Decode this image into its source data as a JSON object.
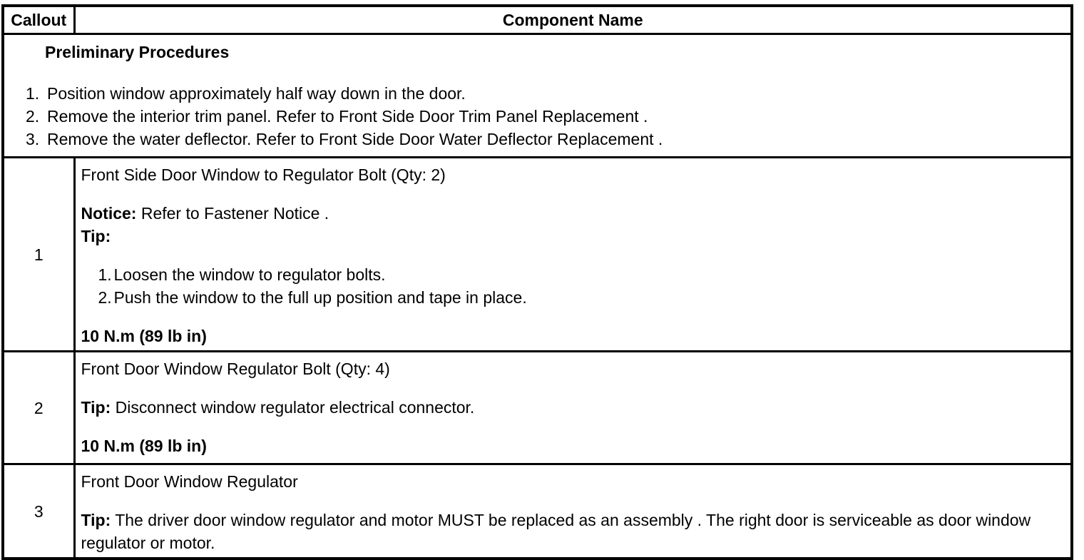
{
  "table": {
    "header": {
      "callout": "Callout",
      "component": "Component Name"
    },
    "preliminary": {
      "title": "Preliminary Procedures",
      "steps": [
        {
          "n": "1.",
          "text": "Position window approximately half way down in the door."
        },
        {
          "n": "2.",
          "pre": "Remove the interior trim panel. Refer to ",
          "link": "Front Side Door Trim Panel Replacement",
          "post": " ."
        },
        {
          "n": "3.",
          "pre": "Remove the water deflector. Refer to ",
          "link": "Front Side Door Water Deflector Replacement",
          "post": " ."
        }
      ]
    },
    "rows": [
      {
        "callout": "1",
        "title": "Front Side Door Window to Regulator Bolt (Qty: 2)",
        "notice_label": "Notice:",
        "notice_pre": "Refer to ",
        "notice_link": "Fastener Notice",
        "notice_post": " .",
        "tip_label": "Tip:",
        "steps": [
          {
            "n": "1.",
            "text": "Loosen the window to regulator bolts."
          },
          {
            "n": "2.",
            "text": "Push the window to the full up position and tape in place."
          }
        ],
        "torque": "10 N.m (89 lb in)"
      },
      {
        "callout": "2",
        "title": "Front Door Window Regulator Bolt (Qty: 4)",
        "tip_label": "Tip:",
        "tip_text": "Disconnect window regulator electrical connector.",
        "torque": "10 N.m (89 lb in)"
      },
      {
        "callout": "3",
        "title": "Front Door Window Regulator",
        "tip_label": "Tip:",
        "tip_text": "The driver door window regulator and motor MUST be replaced as an assembly . The right door is serviceable as door window regulator or motor."
      }
    ]
  }
}
